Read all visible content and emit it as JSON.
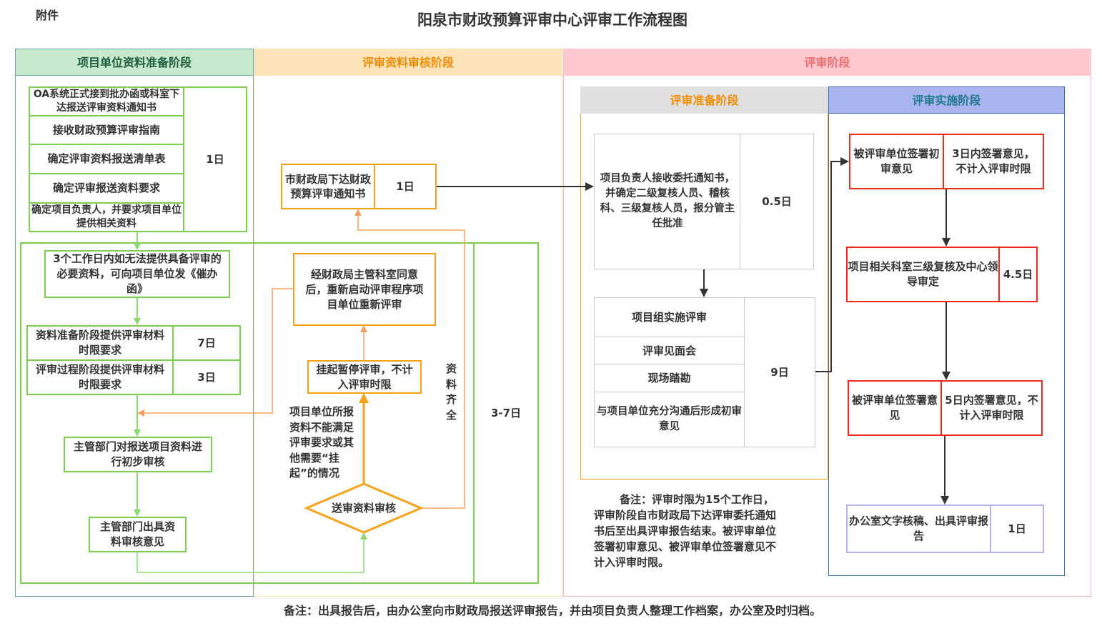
{
  "attachment": "附件",
  "title": "阳泉市财政预算评审中心评审工作流程图",
  "phases": {
    "p1": "项目单位资料准备阶段",
    "p2": "评审资料审核阶段",
    "p3": "评审阶段",
    "p3a": "评审准备阶段",
    "p3b": "评审实施阶段"
  },
  "colors": {
    "green": "#7ccf4f",
    "orange": "#f7a21b",
    "red": "#f02a1a",
    "phase1_bg": "#c7e8ca",
    "phase2_bg": "#fde3b8",
    "phase3_bg": "#ffc9cf",
    "prep_bg": "#e0e0e0",
    "impl_bg": "#a9b4f0"
  },
  "prep_steps": [
    "OA系统正式接到批办函或科室下达报送评审资料通知书",
    "接收财政预算评审指南",
    "确定评审资料报送清单表",
    "确定评审报送资料要求",
    "确定项目负责人，并要求项目单位提供相关资料"
  ],
  "prep_days": "1日",
  "urge": "3个工作日内如无法提供具备评审的必要资料，可向项目单位发《催办函》",
  "time_limits": [
    {
      "label": "资料准备阶段提供评审材料时限要求",
      "days": "7日"
    },
    {
      "label": "评审过程阶段提供评审材料时限要求",
      "days": "3日"
    }
  ],
  "dept_review": "主管部门对报送项目资料进行初步审核",
  "dept_opinion": "主管部门出具资料审核意见",
  "notice": {
    "label": "市财政局下达财政预算评审通知书",
    "days": "1日"
  },
  "restart": "经财政局主管科室同意后，重新启动评审程序项目单位重新评审",
  "suspend": "挂起暂停评审，不计入评审时限",
  "suspend_reason": "项目单位所报资料不能满足评审要求或其他需要“挂起”的情况",
  "review_diamond": "送审资料审核",
  "complete_label": "资料齐全",
  "review_days": "3-7日",
  "accept": {
    "label": "项目负责人接收委托通知书，并确定二级复核人员、稽核科、三级复核人员，报分管主任批准",
    "days": "0.5日"
  },
  "implement": {
    "rows": [
      "项目组实施评审",
      "评审见面会",
      "现场踏勘",
      "与项目单位充分沟通后形成初审意见"
    ],
    "days": "9日"
  },
  "remark_time": "备注：评审时限为15个工作日，评审阶段自市财政局下达评审委托通知书后至出具评审报告结束。被评审单位签署初审意见、被评审单位签署意见不计入评审时限。",
  "sign1": {
    "label": "被评审单位签署初审意见",
    "note": "3日内签署意见，不计入评审时限"
  },
  "recheck": {
    "label": "项目相关科室三级复核及中心领导审定",
    "days": "4.5日"
  },
  "sign2": {
    "label": "被评审单位签署意见",
    "note": "5日内签署意见，不计入评审时限"
  },
  "report": {
    "label": "办公室文字核稿、出具评审报告",
    "days": "1日"
  },
  "footer": "备注：出具报告后，由办公室向市财政局报送评审报告，并由项目负责人整理工作档案，办公室及时归档。"
}
